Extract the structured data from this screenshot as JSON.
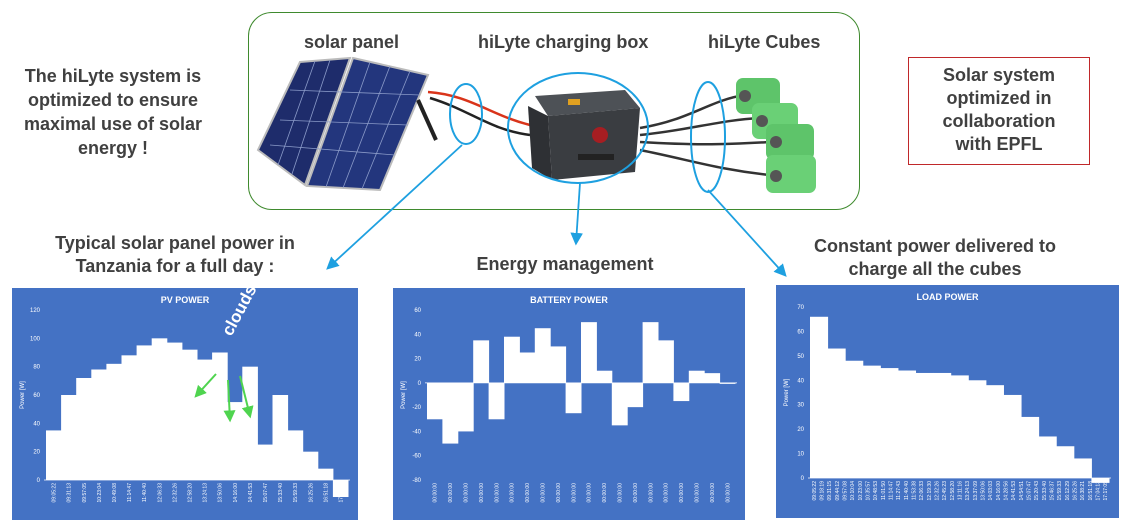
{
  "system": {
    "components": {
      "solar_panel": "solar panel",
      "charging_box": "hiLyte charging box",
      "cubes": "hiLyte Cubes"
    },
    "left_note": [
      "The hiLyte system is",
      "optimized to ensure",
      "maximal use of solar",
      "energy !"
    ],
    "right_note": [
      "Solar system",
      "optimized in",
      "collaboration",
      "with EPFL"
    ],
    "frame_color": "#3f8a2e",
    "callout_color": "#1ea0e0"
  },
  "captions": {
    "pv": [
      "Typical solar panel power in",
      "Tanzania for a full day :"
    ],
    "battery": "Energy management",
    "load": [
      "Constant power delivered to",
      "charge all the cubes"
    ]
  },
  "annotation": {
    "clouds": "clouds"
  },
  "chart_data": [
    {
      "type": "area",
      "title": "PV POWER",
      "ylabel": "Power [W]",
      "ylim": [
        0,
        120
      ],
      "yticks": [
        0,
        20,
        40,
        60,
        80,
        100,
        120
      ],
      "x_ticks": [
        "09:05:22",
        "09:31:13",
        "09:57:05",
        "10:23:04",
        "10:49:08",
        "11:14:47",
        "11:40:40",
        "12:06:33",
        "12:32:26",
        "12:58:20",
        "13:24:13",
        "13:50:06",
        "14:16:00",
        "14:41:53",
        "15:07:47",
        "15:33:40",
        "15:59:33",
        "16:25:26",
        "16:51:18",
        "17:17:09"
      ],
      "series": [
        {
          "values": [
            35,
            60,
            72,
            78,
            82,
            88,
            95,
            100,
            97,
            92,
            85,
            90,
            55,
            80,
            25,
            60,
            35,
            20,
            8,
            -12
          ]
        }
      ]
    },
    {
      "type": "area",
      "title": "BATTERY POWER",
      "ylabel": "Power [W]",
      "ylim": [
        -80,
        60
      ],
      "yticks": [
        -80,
        -60,
        -40,
        -20,
        0,
        20,
        40,
        60
      ],
      "x_ticks": [
        "00:00:00",
        "00:00:00",
        "00:00:00",
        "00:00:00",
        "00:00:00",
        "00:00:00",
        "00:00:00",
        "00:00:00",
        "00:00:00",
        "00:00:00",
        "00:00:00",
        "00:00:00",
        "00:00:00",
        "00:00:00",
        "00:00:00",
        "00:00:00",
        "00:00:00",
        "00:00:00",
        "00:00:00",
        "00:00:00"
      ],
      "series": [
        {
          "values": [
            -30,
            -50,
            -40,
            35,
            -30,
            38,
            25,
            45,
            30,
            -25,
            50,
            10,
            -35,
            -20,
            50,
            35,
            -15,
            10,
            8,
            0
          ]
        }
      ]
    },
    {
      "type": "area",
      "title": "LOAD POWER",
      "ylabel": "Power [W]",
      "ylim": [
        0,
        70
      ],
      "yticks": [
        0,
        10,
        20,
        30,
        40,
        50,
        60,
        70
      ],
      "x_ticks": [
        "09:05:22",
        "09:18:19",
        "09:31:15",
        "09:44:12",
        "09:57:08",
        "10:10:04",
        "10:23:00",
        "10:35:57",
        "10:48:53",
        "11:01:50",
        "11:14:47",
        "11:27:43",
        "11:40:40",
        "11:53:38",
        "12:06:33",
        "12:19:30",
        "12:32:26",
        "12:45:23",
        "12:58:20",
        "13:11:16",
        "13:24:13",
        "13:37:09",
        "13:50:06",
        "14:03:03",
        "14:16:00",
        "14:28:56",
        "14:41:53",
        "14:54:51",
        "15:07:47",
        "15:20:43",
        "15:33:40",
        "15:46:37",
        "15:59:33",
        "16:12:29",
        "16:25:26",
        "16:38:21",
        "16:51:18",
        "17:04:13",
        "17:17:09"
      ],
      "series": [
        {
          "values": [
            66,
            53,
            48,
            46,
            45,
            44,
            43,
            43,
            42,
            40,
            38,
            34,
            25,
            17,
            13,
            8,
            -2
          ]
        }
      ]
    }
  ]
}
